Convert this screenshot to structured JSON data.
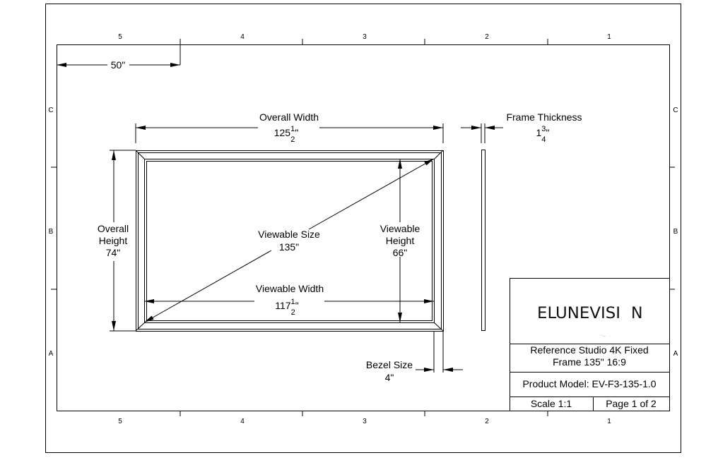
{
  "zones": {
    "columns": [
      "5",
      "4",
      "3",
      "2",
      "1"
    ],
    "rows": [
      "C",
      "B",
      "A"
    ]
  },
  "scale_bar": {
    "label": "50\""
  },
  "overall_width": {
    "label": "Overall Width",
    "whole": "125",
    "num": "1",
    "den": "2",
    "unit": "\""
  },
  "overall_height": {
    "line1": "Overall",
    "line2": "Height",
    "value": "74\""
  },
  "viewable_size": {
    "label": "Viewable Size",
    "value": "135\""
  },
  "viewable_height": {
    "line1": "Viewable",
    "line2": "Height",
    "value": "66\""
  },
  "viewable_width": {
    "label": "Viewable Width",
    "whole": "117",
    "num": "1",
    "den": "2",
    "unit": "\""
  },
  "frame_thickness": {
    "label": "Frame Thickness",
    "whole": "1",
    "num": "3",
    "den": "4",
    "unit": "\""
  },
  "bezel_size": {
    "label": "Bezel Size",
    "value": "4\""
  },
  "title_block": {
    "logo": "EluneVision",
    "logo_part1": "ELUNEVISI",
    "logo_part2": "N",
    "title_line1": "Reference Studio 4K Fixed",
    "title_line2": "Frame 135\" 16:9",
    "model": "Product Model: EV-F3-135-1.0",
    "scale": "Scale 1:1",
    "page": "Page 1 of 2"
  }
}
